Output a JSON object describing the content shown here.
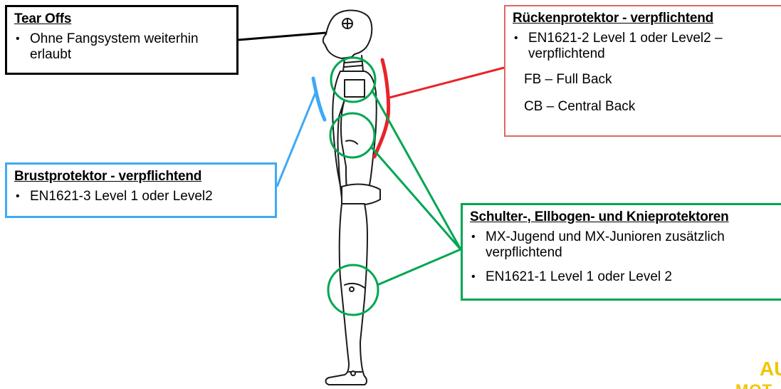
{
  "callouts": {
    "tear_offs": {
      "title": "Tear Offs",
      "items": [
        "Ohne Fangsystem weiterhin erlaubt"
      ]
    },
    "ruecken": {
      "title": "Rückenprotektor - verpflichtend",
      "items": [
        "EN1621-2 Level 1 oder Level2 – verpflichtend"
      ],
      "sub_items": [
        "FB – Full Back",
        "CB – Central Back"
      ]
    },
    "brust": {
      "title": "Brustprotektor - verpflichtend",
      "items": [
        "EN1621-3 Level 1 oder Level2"
      ]
    },
    "schulter": {
      "title": "Schulter-, Ellbogen- und Knieprotektoren",
      "items": [
        "MX-Jugend und MX-Junioren zusätzlich verpflichtend",
        "EN1621-1 Level 1 oder Level 2"
      ]
    }
  },
  "logo": {
    "line1": "AU",
    "line2": "MOT"
  },
  "colors": {
    "tear_offs": "#000000",
    "ruecken": "#e06666",
    "ruecken_line": "#e8242a",
    "brust": "#3fa9f5",
    "schulter": "#00a651",
    "logo": "#f2c400"
  }
}
